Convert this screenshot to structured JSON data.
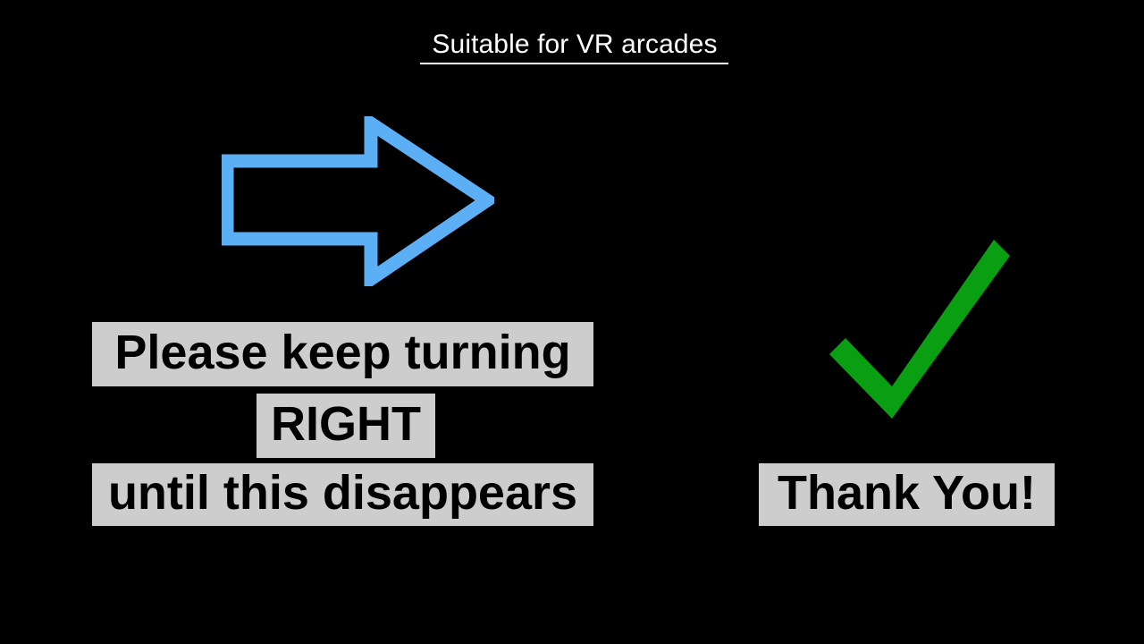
{
  "slide": {
    "background_color": "#000000",
    "title": "Suitable for VR arcades",
    "title_color": "#ffffff",
    "title_underline": true
  },
  "left_instruction": {
    "arrow": {
      "icon": "arrow-right-outline-icon",
      "direction": "right",
      "style": "outline",
      "color": "#5caef5"
    },
    "lines": [
      "Please keep turning",
      "RIGHT",
      "until this disappears"
    ],
    "text_color": "#000000",
    "highlight_color": "#cdcdcd"
  },
  "right_confirmation": {
    "check": {
      "icon": "check-mark-icon",
      "color": "#0a9f12",
      "style": "solid"
    },
    "label": "Thank You!",
    "text_color": "#000000",
    "highlight_color": "#cdcdcd"
  }
}
